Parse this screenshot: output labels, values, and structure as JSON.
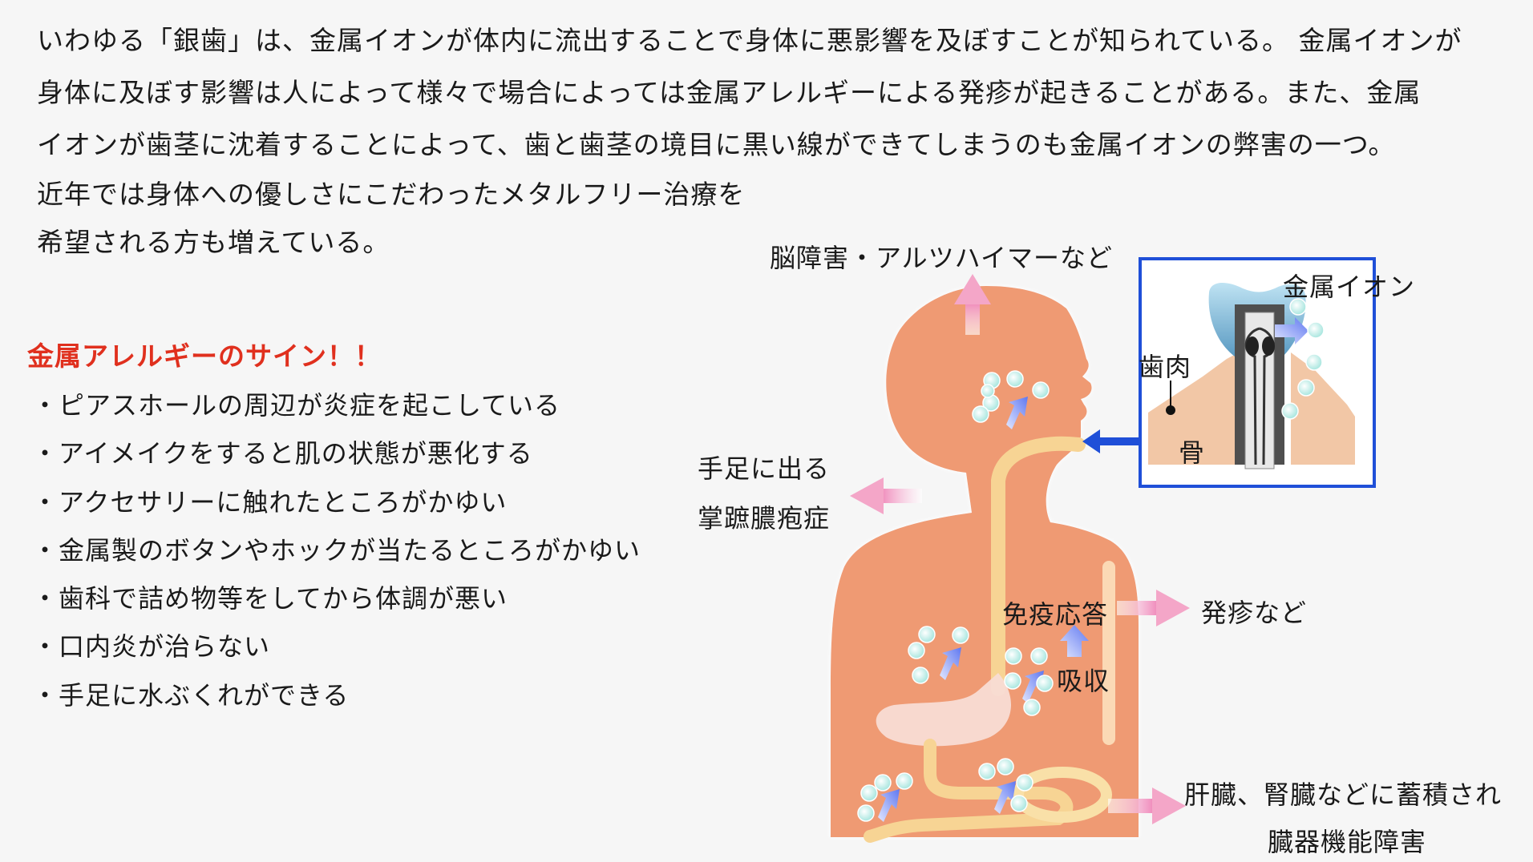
{
  "intro": [
    "いわゆる「銀歯」は、金属イオンが体内に流出することで身体に悪影響を及ぼすことが知られている。 金属イオンが",
    "身体に及ぼす影響は人によって様々で場合によっては金属アレルギーによる発疹が起きることがある。また、金属",
    "イオンが歯茎に沈着することによって、歯と歯茎の境目に黒い線ができてしまうのも金属イオンの弊害の一つ。",
    "近年では身体への優しさにこだわったメタルフリー治療を",
    "希望される方も増えている。"
  ],
  "signs": {
    "title": "金属アレルギーのサイン！！",
    "items": [
      "ピアスホールの周辺が炎症を起こしている",
      "アイメイクをすると肌の状態が悪化する",
      "アクセサリーに触れたところがかゆい",
      "金属製のボタンやホックが当たるところがかゆい",
      "歯科で詰め物等をしてから体調が悪い",
      "口内炎が治らない",
      "手足に水ぶくれができる"
    ]
  },
  "diagram": {
    "brain": "脳障害・アルツハイマーなど",
    "ion": "金属イオン",
    "gum": "歯肉",
    "bone": "骨",
    "limbs_line1": "手足に出る",
    "limbs_line2": "掌蹠膿疱症",
    "immune": "免疫応答",
    "absorb": "吸収",
    "rash": "発疹など",
    "organs_line1": "肝臓、腎臓などに蓄積され",
    "organs_line2": "臓器機能障害"
  },
  "colors": {
    "body": "#ef9a73",
    "digestive": "#f7d494",
    "pink_arrow": "#f4a6c8",
    "blue_frame": "#1f4fd8",
    "ion_dot": "#bdeee8",
    "sign_title": "#e0301e"
  }
}
